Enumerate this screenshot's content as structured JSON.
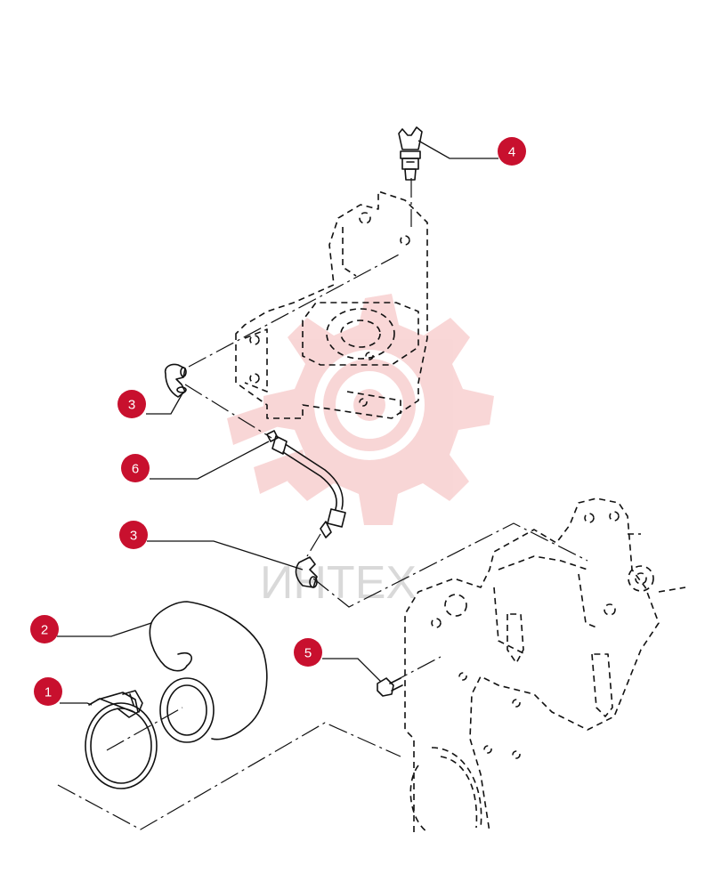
{
  "watermark": {
    "text": "ИНТЕХ",
    "color": "#f4b6b6"
  },
  "callouts": [
    {
      "id": "callout-1",
      "label": "1"
    },
    {
      "id": "callout-2",
      "label": "2"
    },
    {
      "id": "callout-3a",
      "label": "3"
    },
    {
      "id": "callout-3b",
      "label": "3"
    },
    {
      "id": "callout-4",
      "label": "4"
    },
    {
      "id": "callout-5",
      "label": "5"
    },
    {
      "id": "callout-6",
      "label": "6"
    }
  ],
  "colors": {
    "callout": "#c8102e",
    "ink": "#111111"
  }
}
